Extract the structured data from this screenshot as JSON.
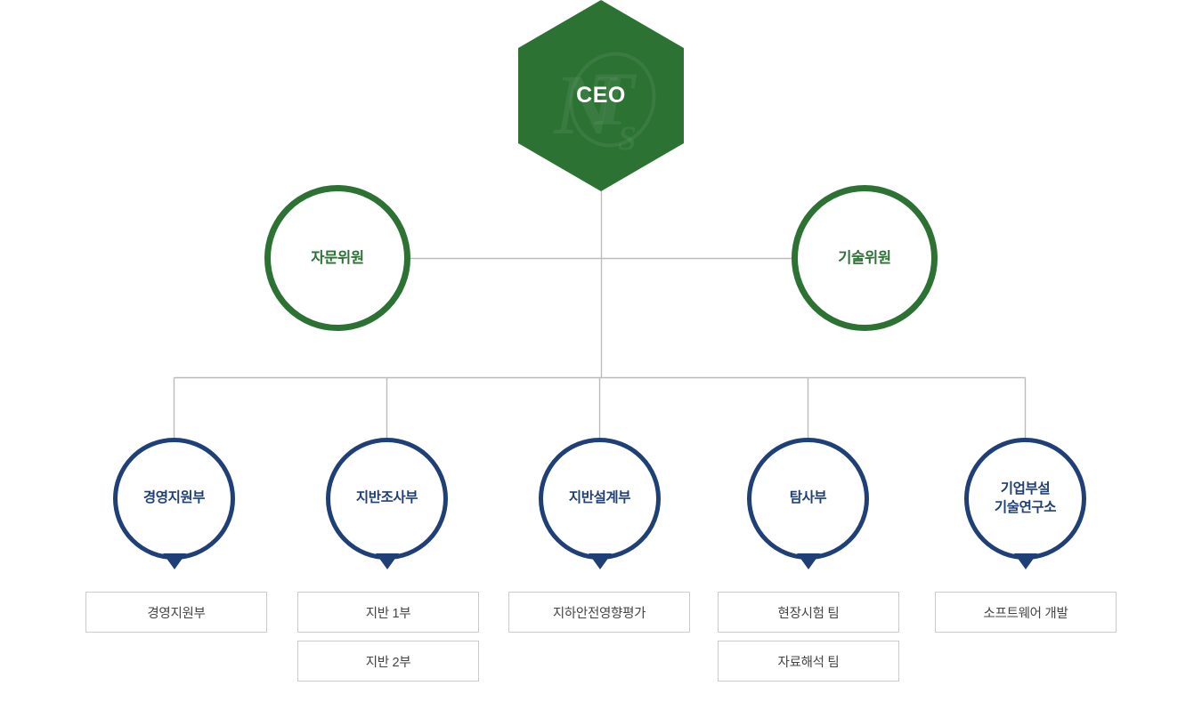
{
  "chart_title": "",
  "colors": {
    "green": "#2B7233",
    "green_watermark": "#3C8244",
    "blue": "#1F4077",
    "line": "#bbbbbb",
    "box_border": "#cccccc",
    "box_text": "#444444",
    "white": "#ffffff"
  },
  "ceo": {
    "label": "CEO",
    "watermark": "NTS",
    "shape": "hexagon"
  },
  "committees": [
    {
      "id": "advisory",
      "label": "자문위원"
    },
    {
      "id": "technical",
      "label": "기술위원"
    }
  ],
  "departments": [
    {
      "id": "management-support",
      "label": "경영지원부",
      "label_lines": [
        "경영지원부"
      ],
      "teams": [
        "경영지원부"
      ]
    },
    {
      "id": "ground-investigation",
      "label": "지반조사부",
      "label_lines": [
        "지반조사부"
      ],
      "teams": [
        "지반 1부",
        "지반 2부"
      ]
    },
    {
      "id": "ground-design",
      "label": "지반설계부",
      "label_lines": [
        "지반설계부"
      ],
      "teams": [
        "지하안전영향평가"
      ]
    },
    {
      "id": "exploration",
      "label": "탐사부",
      "label_lines": [
        "탐사부"
      ],
      "teams": [
        "현장시험 팀",
        "자료해석 팀"
      ]
    },
    {
      "id": "research-institute",
      "label": "기업부설 기술연구소",
      "label_lines": [
        "기업부설",
        "기술연구소"
      ],
      "teams": [
        "소프트웨어 개발"
      ]
    }
  ]
}
